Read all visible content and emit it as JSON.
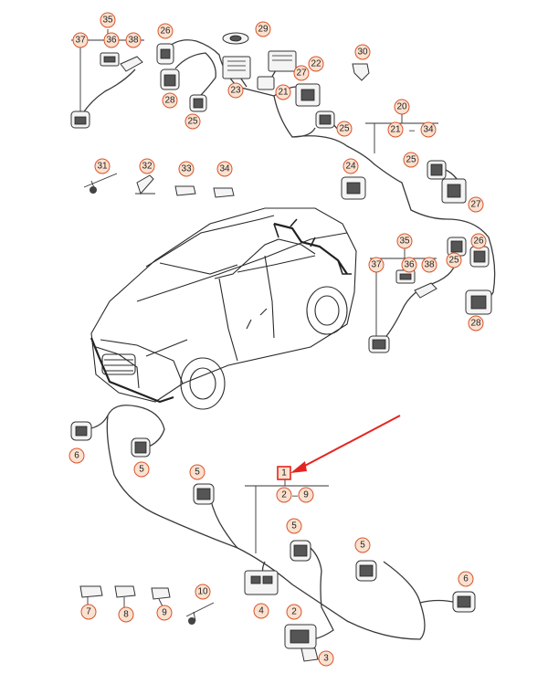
{
  "callouts": {
    "c35a": "35",
    "c36a": "36",
    "c38a": "38",
    "c37a": "37",
    "c26a": "26",
    "c28a": "28",
    "c25a": "25",
    "c29": "29",
    "c22": "22",
    "c27a": "27",
    "c23": "23",
    "c21": "21",
    "c25b": "25",
    "c30": "30",
    "c20": "20",
    "c21r": "21",
    "c34r": "34",
    "c24": "24",
    "c25c": "25",
    "c27b": "27",
    "c31": "31",
    "c32": "32",
    "c33": "33",
    "c34": "34",
    "c35b": "35",
    "c37b": "37",
    "c36b": "36",
    "c38b": "38",
    "c26b": "26",
    "c25d": "25",
    "c28b": "28",
    "c1": "1",
    "c2g": "2",
    "c9g": "9",
    "c6a": "6",
    "c5a": "5",
    "c5b": "5",
    "c5c": "5",
    "c5d": "5",
    "c6b": "6",
    "c4": "4",
    "c2": "2",
    "c3": "3",
    "c7": "7",
    "c8": "8",
    "c9": "9",
    "c10": "10"
  },
  "range_separator": "–",
  "colors": {
    "callout_fill": "#fbe1cf",
    "callout_stroke": "#d9542b",
    "highlight_arrow": "#e52420",
    "line": "#333333"
  }
}
